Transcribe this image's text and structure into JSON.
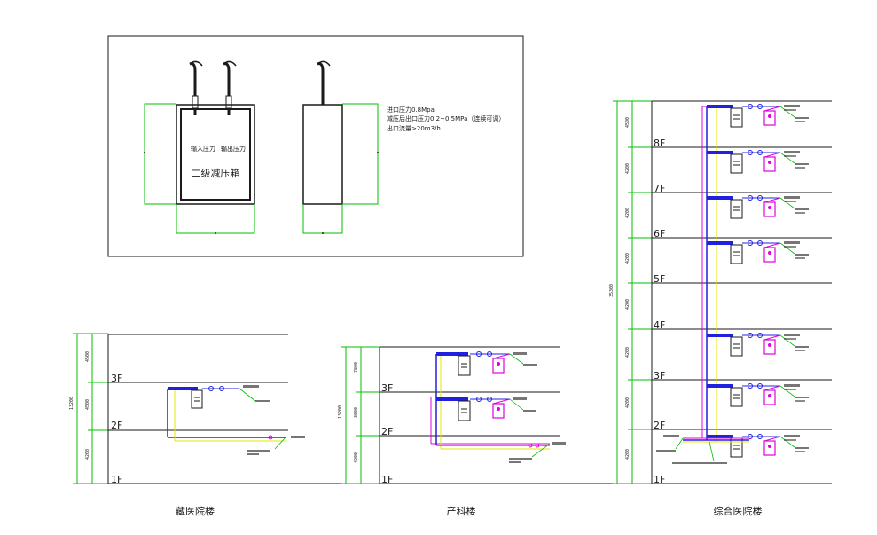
{
  "colors": {
    "line": "#1a1a1a",
    "dim": "#00c000",
    "dim_text": "#1a1a1a",
    "main_pipe": "#2020e0",
    "yellow_pipe": "#e6e600",
    "magenta_pipe": "#e000e0",
    "cabinet": "#1a1a1a"
  },
  "detail": {
    "box_label": "二级减压箱",
    "port_in": "输入压力",
    "port_out": "输出压力",
    "notes": [
      "进口压力0.8Mpa",
      "减压后出口压力0.2~0.5MPa（连续可调）",
      "出口流量>20m3/h"
    ]
  },
  "buildings": [
    {
      "name": "藏医院楼",
      "floors": [
        "1F",
        "2F",
        "3F"
      ],
      "total_dim": "13200",
      "seg_dims": [
        "4200",
        "4500",
        "4500"
      ]
    },
    {
      "name": "产科楼",
      "floors": [
        "1F",
        "2F",
        "3F"
      ],
      "total_dim": "13200",
      "seg_dims": [
        "4200",
        "3600",
        "7800"
      ]
    },
    {
      "name": "综合医院楼",
      "floors": [
        "1F",
        "2F",
        "3F",
        "4F",
        "5F",
        "6F",
        "7F",
        "8F"
      ],
      "total_dim": "35300",
      "seg_dims": [
        "4200",
        "4200",
        "4200",
        "4200",
        "4200",
        "4200",
        "4200",
        "4500"
      ]
    }
  ]
}
